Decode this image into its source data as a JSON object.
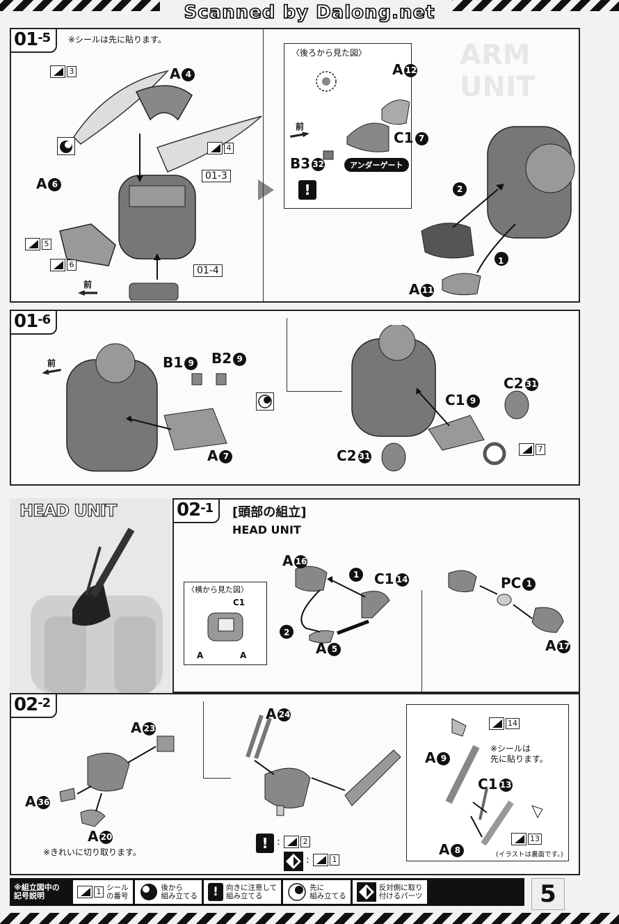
{
  "header": {
    "banner": "Scanned by Dalong.net"
  },
  "step_01_5": {
    "label": "01",
    "sub": "5",
    "note": "※シールは先に貼ります。",
    "parts": {
      "a4": "A",
      "a4n": "4",
      "a6": "A",
      "a6n": "6",
      "a11": "A",
      "a11n": "11",
      "a12": "A",
      "a12n": "12",
      "c17": "C1",
      "c17n": "7",
      "b332": "B3",
      "b332n": "32"
    },
    "stickers": {
      "s3": "3",
      "s4": "4",
      "s5": "5",
      "s6": "6"
    },
    "refs": {
      "r013": "01-3",
      "r014": "01-4"
    },
    "front": "前",
    "callout_title": "〈後ろから見た図〉",
    "gate": "アンダーゲート",
    "steps": {
      "one": "1",
      "two": "2"
    }
  },
  "step_01_6": {
    "label": "01",
    "sub": "6",
    "front": "前",
    "parts": {
      "b19": "B1",
      "b19n": "9",
      "b29": "B2",
      "b29n": "9",
      "a7": "A",
      "a7n": "7",
      "c231a": "C2",
      "c231an": "31",
      "c19": "C1",
      "c19n": "9",
      "c231b": "C2",
      "c231bn": "31"
    },
    "stickers": {
      "s7": "7"
    }
  },
  "head_unit": {
    "title": "HEAD UNIT",
    "step_label": "02",
    "step_sub": "1",
    "jp_title": "[頭部の組立]",
    "en_title": "HEAD UNIT",
    "callout_title": "〈横から見た図〉",
    "parts": {
      "a16": "A",
      "a16n": "16",
      "c114": "C1",
      "c114n": "14",
      "a5": "A",
      "a5n": "5",
      "pc1": "PC",
      "pc1n": "1",
      "a17": "A",
      "a17n": "17",
      "side_c114": "C1",
      "side_a5": "A",
      "side_a16": "A"
    },
    "steps": {
      "one": "1",
      "two": "2"
    }
  },
  "step_02_2": {
    "label": "02",
    "sub": "2",
    "parts": {
      "a23": "A",
      "a23n": "23",
      "a36": "A",
      "a36n": "36",
      "a20": "A",
      "a20n": "20",
      "a24": "A",
      "a24n": "24",
      "a9": "A",
      "a9n": "9",
      "c113": "C1",
      "c113n": "13",
      "a8": "A",
      "a8n": "8"
    },
    "note_cut": "※きれいに切り取ります。",
    "note_sticker": "※シールは\n先に貼ります。",
    "note_reverse": "(イラストは裏面です。)",
    "stickers": {
      "s14": "14",
      "s13": "13",
      "s2": "2",
      "s1": "1"
    }
  },
  "legend": {
    "title": "※組立図中の\n記号説明",
    "items": [
      {
        "num": "1",
        "text": "シール\nの番号"
      },
      {
        "text": "後から\n組み立てる"
      },
      {
        "text": "向きに注意して\n組み立てる"
      },
      {
        "text": "先に\n組み立てる"
      },
      {
        "text": "反対側に取り\n付けるパーツ"
      }
    ]
  },
  "page_number": "5",
  "colors": {
    "ink": "#111111",
    "paper": "#fbfbfb",
    "part_gray": "#7a7a7a"
  }
}
